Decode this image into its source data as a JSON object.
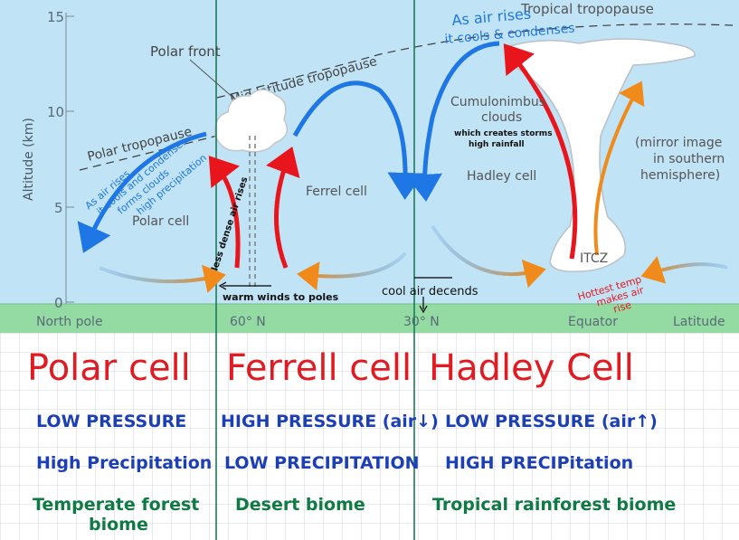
{
  "axis": {
    "ylabel": "Altitude (km)",
    "yticks": [
      "15",
      "10",
      "5",
      "0"
    ],
    "xticks": [
      "North pole",
      "60° N",
      "30° N",
      "Equator",
      "Latitude"
    ]
  },
  "labels": {
    "tropical_tropopause": "Tropical tropopause",
    "polar_front": "Polar front",
    "mid_latitude_tropopause": "Mid-latitude tropopause",
    "polar_tropopause": "Polar tropopause",
    "as_air_rises_line1": "As air rises",
    "as_air_rises_line2": "it cools & condenses",
    "polar_note_line1": "As air rises",
    "polar_note_line2": "it cools and condenses",
    "polar_note_line3": "forms clouds",
    "polar_note_line4": "high precipitation",
    "polar_cell": "Polar cell",
    "ferrel_cell": "Ferrel cell",
    "hadley_cell": "Hadley cell",
    "cumulonimbus_line1": "Cumulonimbus",
    "cumulonimbus_line2": "clouds",
    "cumulonimbus_note_line1": "which creates storms",
    "cumulonimbus_note_line2": "high rainfall",
    "mirror_line1": "(mirror image",
    "mirror_line2": "in southern",
    "mirror_line3": "hemisphere)",
    "itcz": "ITCZ",
    "less_dense_air": "less dense air rises",
    "warm_winds": "warm winds to poles",
    "cool_air": "cool air decends",
    "hottest_line1": "Hottest temp",
    "hottest_line2": "makes air",
    "hottest_line3": "rise"
  },
  "table": {
    "columns": [
      {
        "title": "Polar cell",
        "pressure": "LOW PRESSURE",
        "precipitation": "High Precipitation",
        "biome_line1": "Temperate forest",
        "biome_line2": "biome"
      },
      {
        "title": "Ferrell cell",
        "pressure": "HIGH PRESSURE (air↓)",
        "precipitation": "LOW PRECIPITATION",
        "biome_line1": "Desert biome",
        "biome_line2": ""
      },
      {
        "title": "Hadley Cell",
        "pressure": "LOW PRESSURE (air↑)",
        "precipitation": "HIGH PRECIPitation",
        "biome_line1": "Tropical rainforest biome",
        "biome_line2": ""
      }
    ]
  },
  "colors": {
    "sky": "#c1e3f6",
    "ground": "#93dba3",
    "rising_air": "#e8161c",
    "upper_flow": "#1f77e5",
    "surface_flow": "#ef8a1b",
    "divider": "#1b7a5a",
    "grid": "#c6ccd4"
  }
}
